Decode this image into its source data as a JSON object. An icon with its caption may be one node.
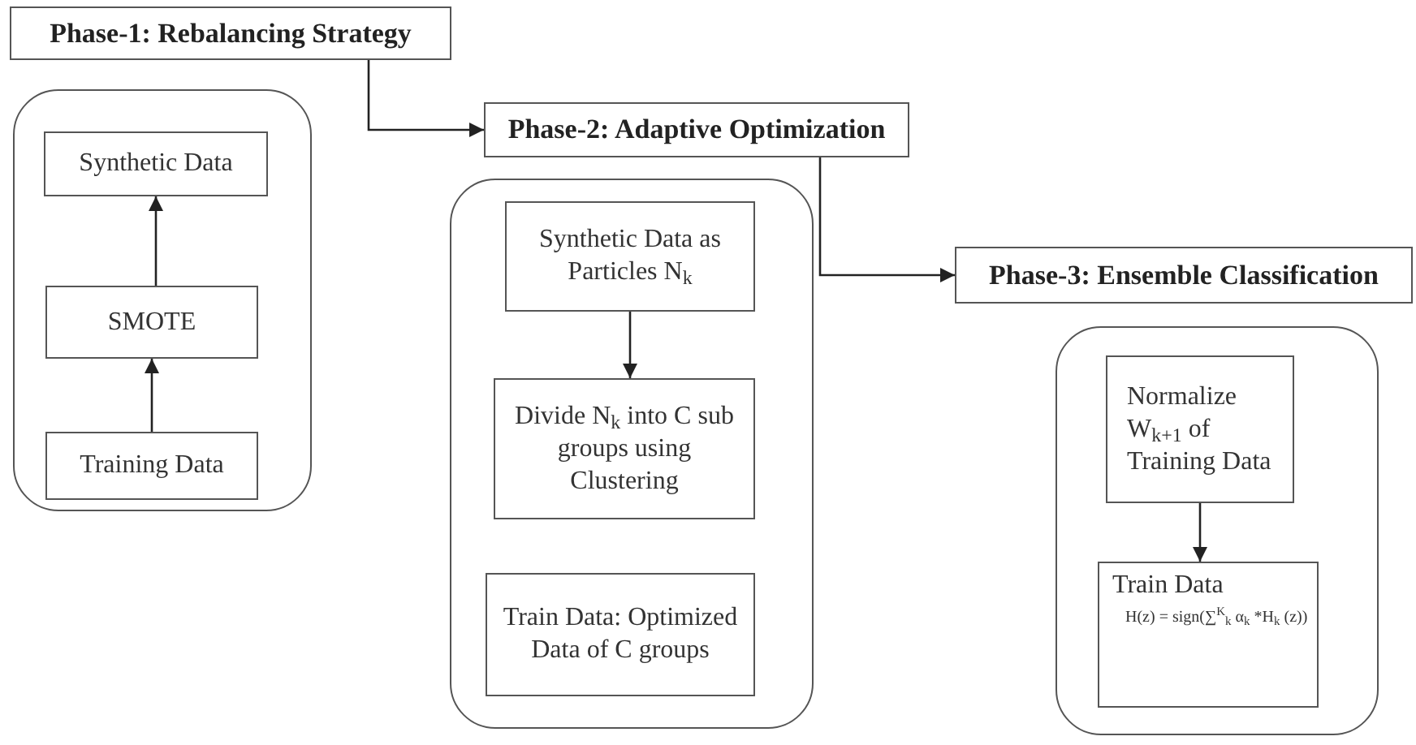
{
  "diagram": {
    "nodes": [
      {
        "text": [
          "Phase-1: Rebalancing Strategy"
        ]
      },
      {
        "text": [],
        "shape": "box"
      },
      {
        "text": [
          "Synthetic Data"
        ],
        "in": 1
      },
      {
        "text": [
          "SMOTE"
        ],
        "in": 1
      },
      {
        "text": [
          "Training Data"
        ],
        "in": 1
      },
      {
        "text": [
          "Phase-2: Adaptive Optimization"
        ]
      },
      {
        "text": [],
        "shape": "box"
      },
      {
        "text": [
          "Synthetic Data as Particles N$_{k}$"
        ],
        "in": 6
      },
      {
        "text": [
          "Divide N$_{k}$ into C sub groups using Clustering"
        ],
        "in": 6
      },
      {
        "text": [
          "Train Data: Optimized Data of C groups"
        ],
        "in": 6
      },
      {
        "text": [
          "Phase-3: Ensemble Classification"
        ]
      },
      {
        "text": [],
        "shape": "box"
      },
      {
        "text": [
          "Normalize W$_{k+1}$ of Training Data"
        ],
        "in": 11
      },
      {
        "text": [
          "Train Data",
          "H(z) = sign(∑$^{K}$$_{k}$ α$_{k}$ *H$_{k}$ (z))"
        ],
        "in": 11
      }
    ],
    "edges": [
      {
        "from": 4,
        "to": 3,
        "arrow": "to"
      },
      {
        "from": 3,
        "to": 2,
        "arrow": "to"
      },
      {
        "from": 0,
        "to": 5,
        "arrow": "to"
      },
      {
        "from": 7,
        "to": 8,
        "arrow": "to"
      },
      {
        "from": 5,
        "to": 10,
        "arrow": "to"
      },
      {
        "from": 12,
        "to": 13,
        "arrow": "to"
      }
    ]
  }
}
